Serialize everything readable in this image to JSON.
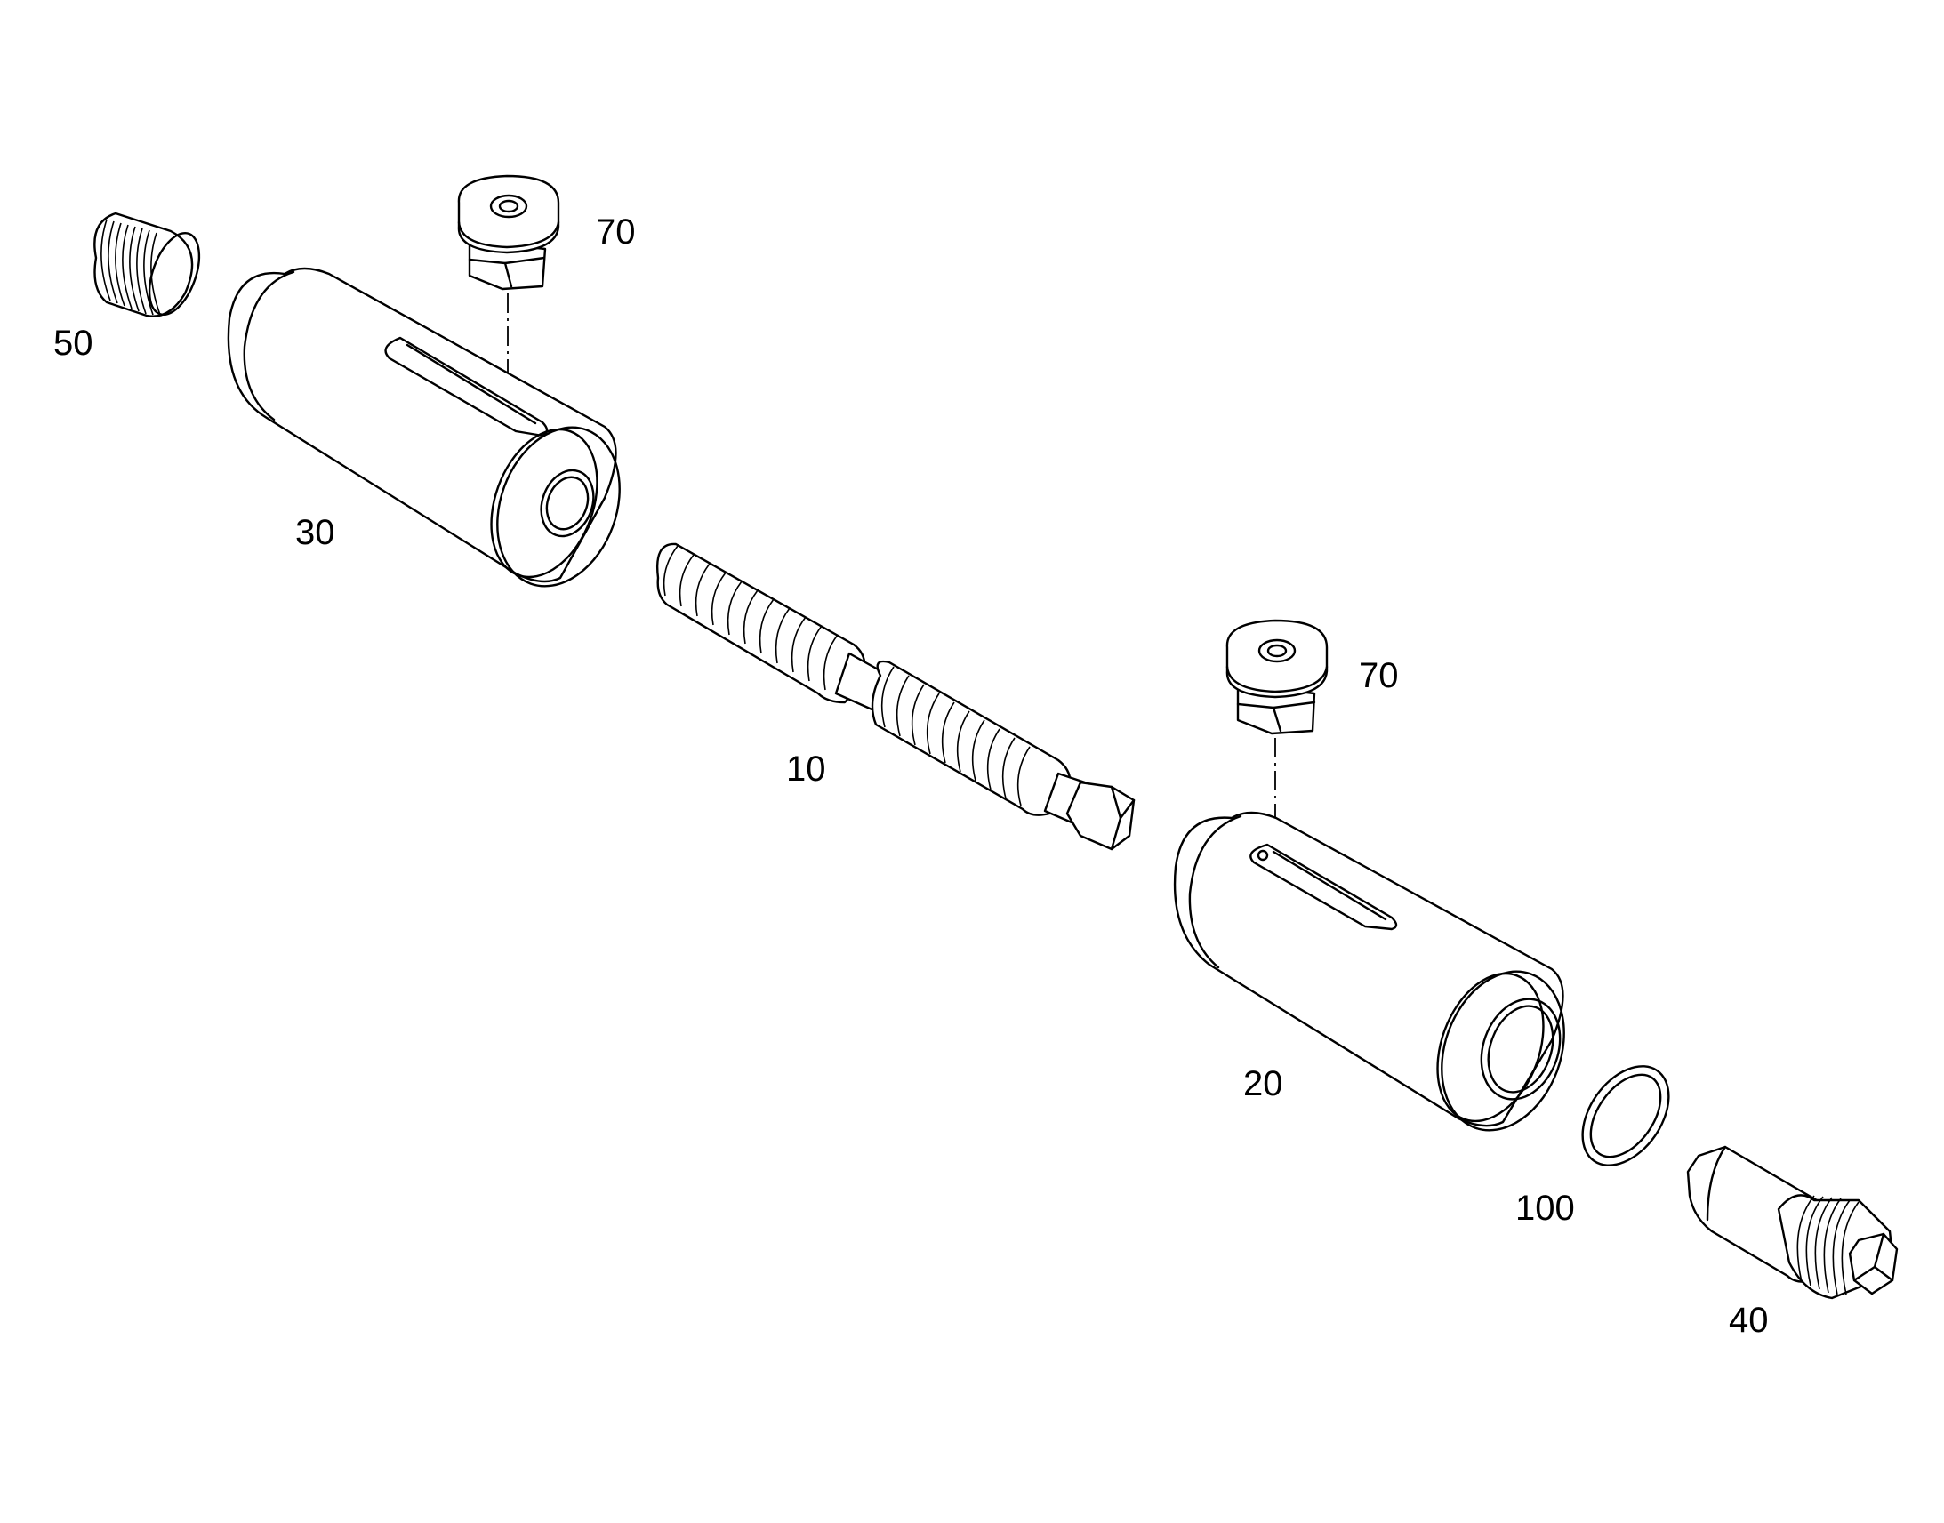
{
  "diagram": {
    "parts": [
      {
        "id": "part-50",
        "label": "50"
      },
      {
        "id": "part-70a",
        "label": "70"
      },
      {
        "id": "part-30",
        "label": "30"
      },
      {
        "id": "part-10",
        "label": "10"
      },
      {
        "id": "part-70b",
        "label": "70"
      },
      {
        "id": "part-20",
        "label": "20"
      },
      {
        "id": "part-100",
        "label": "100"
      },
      {
        "id": "part-40",
        "label": "40"
      }
    ],
    "colors": {
      "line": "#000000",
      "background": "#ffffff"
    }
  }
}
